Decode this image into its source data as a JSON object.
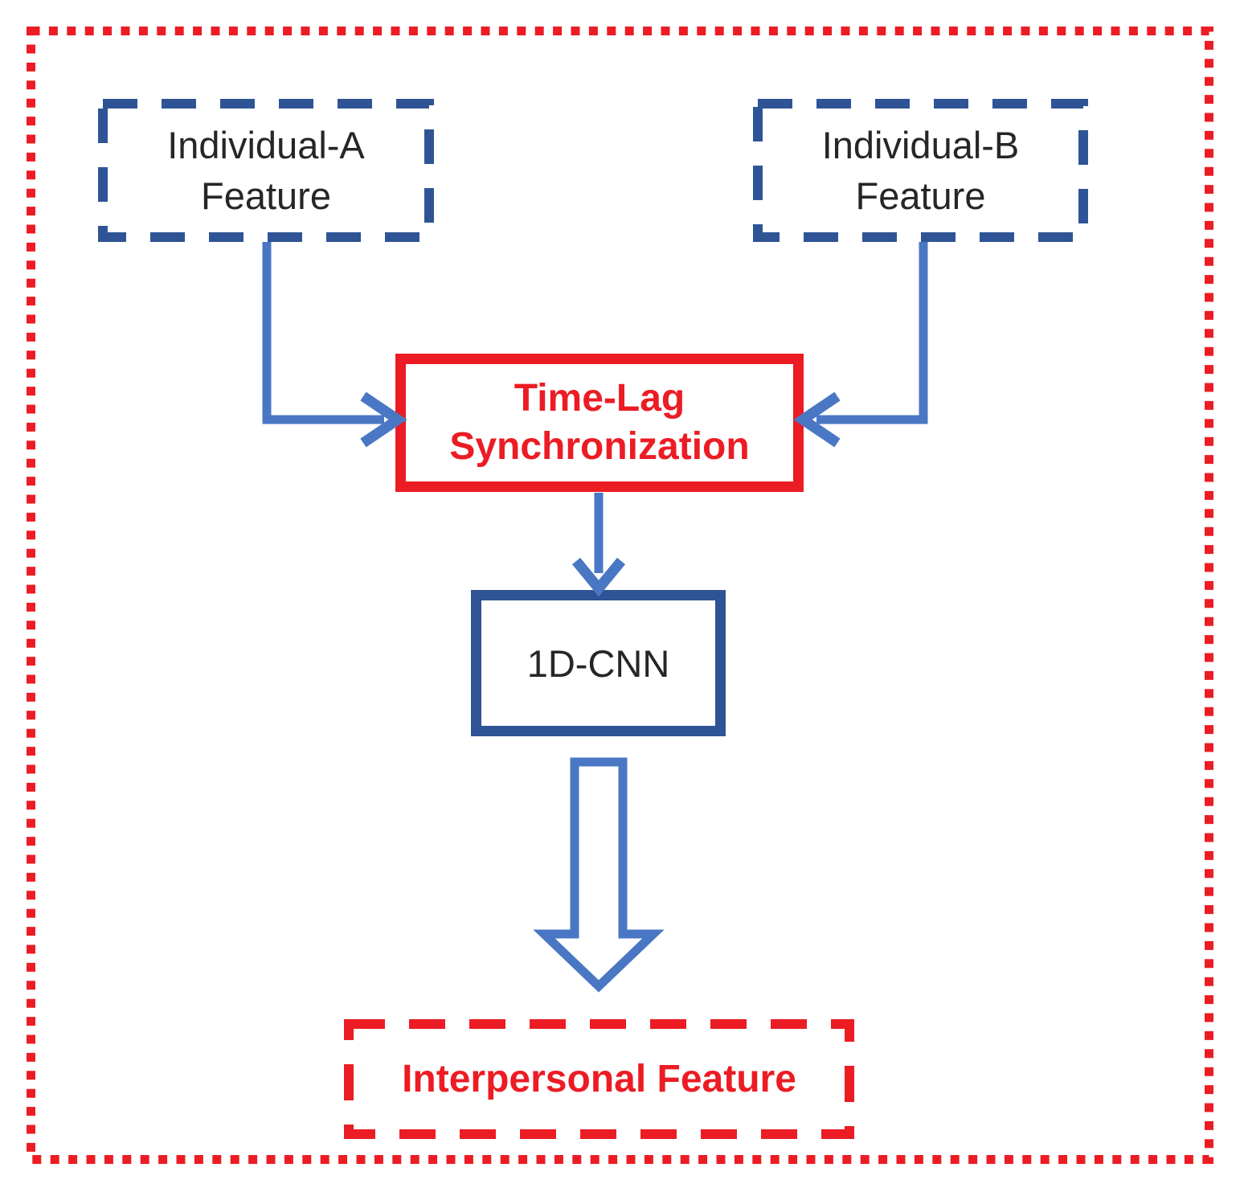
{
  "diagram": {
    "nodes": {
      "individual_a": {
        "line1": "Individual-A",
        "line2": "Feature"
      },
      "individual_b": {
        "line1": "Individual-B",
        "line2": "Feature"
      },
      "time_lag": {
        "line1": "Time-Lag",
        "line2": "Synchronization"
      },
      "cnn": {
        "label": "1D-CNN"
      },
      "interpersonal": {
        "label": "Interpersonal Feature"
      }
    },
    "colors": {
      "red": "#ec1c24",
      "dark_blue": "#2f5496",
      "connector_blue": "#4a77c4",
      "text_dark": "#262626",
      "background": "#ffffff"
    }
  }
}
